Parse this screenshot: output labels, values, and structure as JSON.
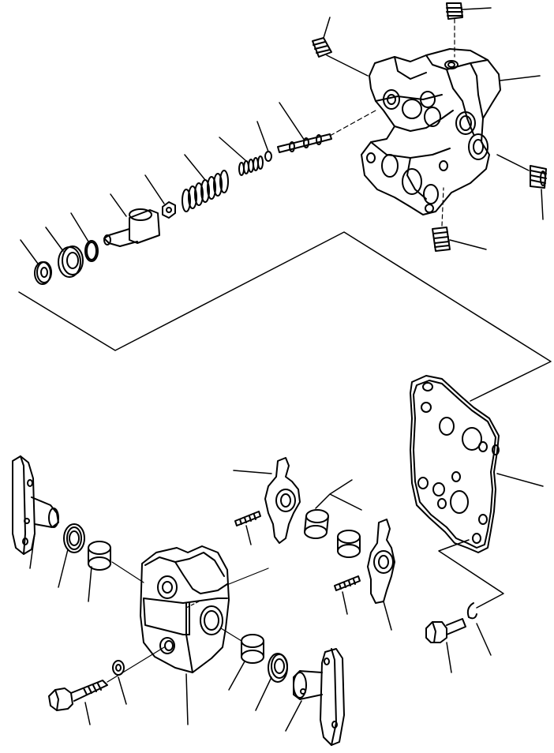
{
  "diagram": {
    "type": "exploded-parts-view",
    "line_color": "#000000",
    "background": "#ffffff",
    "callouts_without_numbers": true,
    "upper_assembly": {
      "parts": [
        "valve-body",
        "plug",
        "plug",
        "plug",
        "plug",
        "spool",
        "small-spring",
        "retainer",
        "large-spring",
        "retainer",
        "piston",
        "o-ring",
        "oil-seal",
        "washer"
      ]
    },
    "gasket": "gasket",
    "lower_assembly": {
      "parts": [
        "housing",
        "bolt",
        "washer",
        "lever-left",
        "lever-right",
        "seal",
        "seal",
        "bushing",
        "bushing",
        "bushing",
        "bushing",
        "flange-bracket",
        "flange-bracket",
        "spring-pin",
        "spring-pin",
        "bolt",
        "snap-ring"
      ]
    }
  }
}
